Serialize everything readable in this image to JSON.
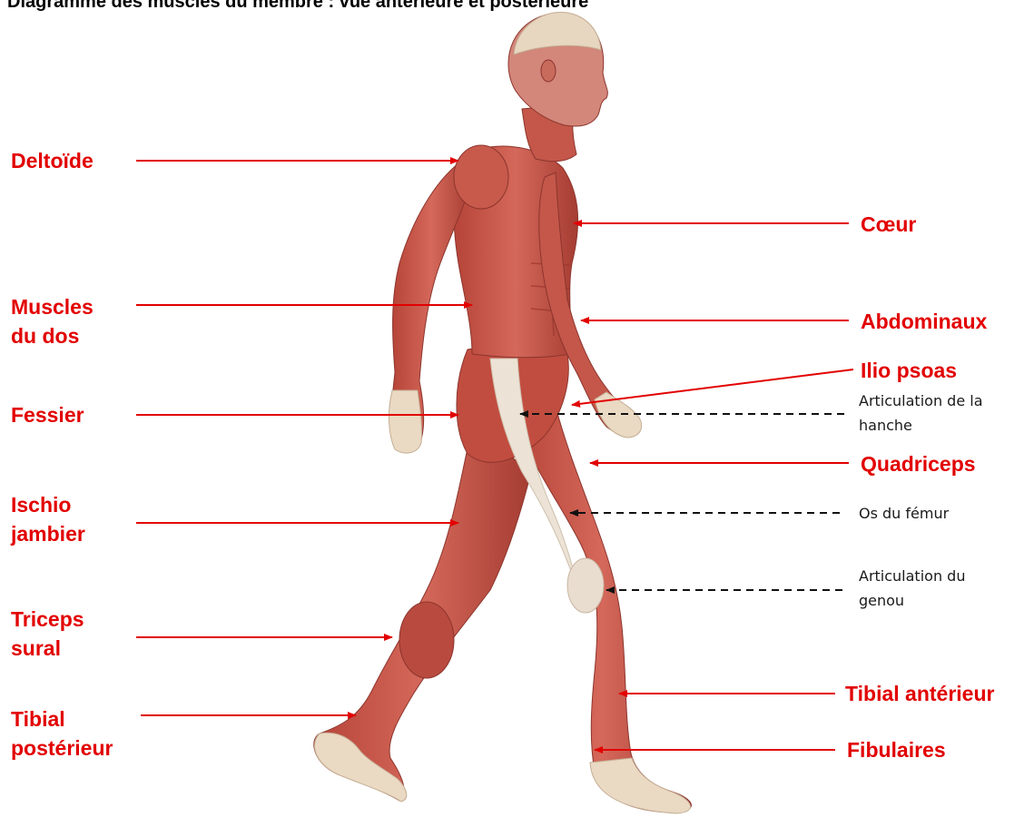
{
  "title": "Diagramme des muscles du membre : vue antérieure et postérieure",
  "labels": {
    "deltoide": "Deltoïde",
    "muscles_dos_1": "Muscles",
    "muscles_dos_2": "du dos",
    "fessier": "Fessier",
    "ischio_1": "Ischio",
    "ischio_2": "jambier",
    "triceps_1": "Triceps",
    "triceps_2": "sural",
    "tibial_post_1": "Tibial",
    "tibial_post_2": "postérieur",
    "coeur": "Cœur",
    "abdominaux": "Abdominaux",
    "ilio_psoas": "Ilio psoas",
    "quadriceps": "Quadriceps",
    "tibial_ant": "Tibial antérieur",
    "fibulaires": "Fibulaires"
  },
  "notes": {
    "hanche_1": "Articulation de la",
    "hanche_2": "hanche",
    "femur": "Os du fémur",
    "genou_1": "Articulation du",
    "genou_2": "genou"
  },
  "colors": {
    "label": "#e20000",
    "note": "#1a1a1a",
    "muscle": "#c8564a",
    "muscle_dark": "#9e3a32",
    "tendon": "#ece3d6",
    "skin": "#e9d9c6"
  }
}
